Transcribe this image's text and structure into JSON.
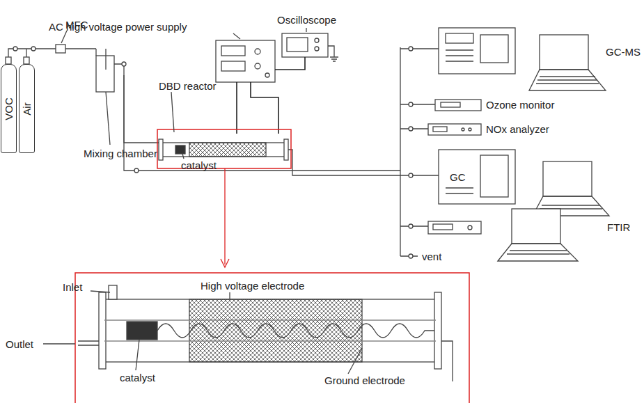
{
  "diagram": {
    "nodes": [
      {
        "text": [
          "VOC"
        ]
      },
      {
        "text": [
          "Air"
        ]
      }
    ],
    "labels": [
      "AC high voltage power supply",
      "Oscilloscope",
      "MFC",
      "DBD reactor",
      "catalyst",
      "Mixing chamber",
      "GC-MS",
      "Ozone monitor",
      "NOx analyzer",
      "GC",
      "FTIR",
      "vent",
      "Inlet",
      "High voltage electrode",
      "Outlet",
      "catalyst",
      "Ground electrode"
    ]
  }
}
